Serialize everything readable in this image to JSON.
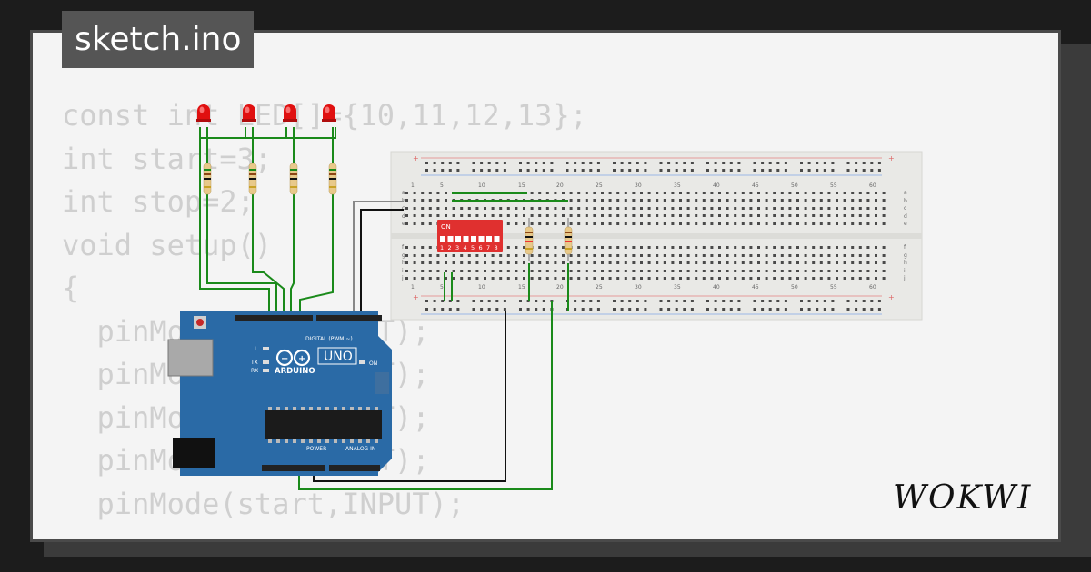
{
  "file": {
    "name": "sketch.ino"
  },
  "code": {
    "lines": [
      "const int LED[]={10,11,12,13};",
      "int start=3;",
      "int stop=2;",
      "",
      "void setup()",
      "{",
      "  pinMode(10,OUTPUT);",
      "  pinMode(11,OUTPUT);",
      "  pinMode(12,OUTPUT);",
      "  pinMode(13,OUTPUT);",
      "  pinMode(start,INPUT);"
    ]
  },
  "arduino": {
    "brand": "ARDUINO",
    "model": "UNO",
    "digital_label": "DIGITAL (PWM ~)",
    "power_label": "POWER",
    "analog_label": "ANALOG IN",
    "on_label": "ON",
    "l_label": "L",
    "tx_label": "TX",
    "rx_label": "RX"
  },
  "dip_switch": {
    "on_label": "ON",
    "numbers": [
      "1",
      "2",
      "3",
      "4",
      "5",
      "6",
      "7",
      "8"
    ]
  },
  "breadboard": {
    "col_numbers": [
      "1",
      "5",
      "10",
      "15",
      "20",
      "25",
      "30",
      "35",
      "40",
      "45",
      "50",
      "55",
      "60"
    ],
    "rows_top": [
      "a",
      "b",
      "c",
      "d",
      "e"
    ],
    "rows_bottom": [
      "f",
      "g",
      "h",
      "i",
      "j"
    ]
  },
  "brand": {
    "logo_text": "WOKWI"
  },
  "colors": {
    "wire_green": "#1a8a1a",
    "wire_black": "#111111",
    "wire_gray": "#888888",
    "board_blue": "#2a6aa6",
    "led_red": "#e01010",
    "dip_red": "#e0302f"
  }
}
